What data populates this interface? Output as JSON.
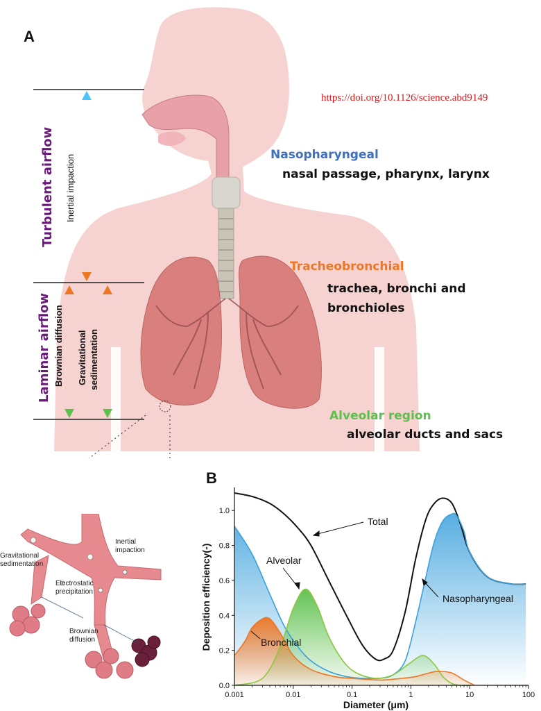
{
  "panel_a": {
    "label": "A",
    "doi": "https://doi.org/10.1126/science.abd9149",
    "regions": [
      {
        "title": "Nasopharyngeal",
        "desc": "nasal passage, pharynx, larynx",
        "color": "#3f6fbf"
      },
      {
        "title": "Tracheobronchial",
        "desc": "trachea, bronchi and bronchioles",
        "color": "#ee7623"
      },
      {
        "title": "Alveolar region",
        "desc": "alveolar ducts and sacs",
        "color": "#5cc04b"
      }
    ],
    "flows": {
      "turbulent": "Turbulent airflow",
      "laminar": "Laminar airflow"
    },
    "mechanisms": {
      "inertial": "Inertial  impaction",
      "brownian": "Brownian diffusion",
      "grav_1": "Gravitational",
      "grav_2": "sedimentation"
    },
    "inset_labels": {
      "grav": [
        "Gravitational",
        "sedimentation"
      ],
      "inertial": [
        "Inertial",
        "impaction"
      ],
      "electro": [
        "Electrostatic",
        "precipitation"
      ],
      "brownian": [
        "Brownian",
        "diffusion"
      ]
    }
  },
  "panel_b": {
    "label": "B"
  },
  "colors": {
    "body": "#f6d3d0",
    "lung": "#d9807f",
    "turbulent_arrow_top": "#4fc3f7",
    "orange": "#ee7623",
    "green": "#5cc04b",
    "blue_curve": "#3aa0dc",
    "black": "#111111"
  },
  "chart_data": {
    "type": "line",
    "xlabel": "Diameter (μm)",
    "ylabel": "Deposition efficiency(-)",
    "xscale": "log",
    "xlim": [
      0.001,
      100
    ],
    "ylim": [
      0,
      1.1
    ],
    "xticks": [
      "0.001",
      "0.01",
      "0.1",
      "1",
      "10",
      "100"
    ],
    "yticks": [
      "0.0",
      "0.2",
      "0.4",
      "0.6",
      "0.8",
      "1.0"
    ],
    "series": [
      {
        "name": "Total",
        "color": "#111111",
        "x": [
          0.001,
          0.002,
          0.004,
          0.007,
          0.012,
          0.02,
          0.04,
          0.08,
          0.15,
          0.25,
          0.35,
          0.5,
          0.8,
          1.2,
          1.8,
          2.5,
          3.5,
          5,
          7,
          10,
          20,
          50,
          90
        ],
        "y": [
          1.1,
          1.08,
          1.04,
          0.98,
          0.9,
          0.8,
          0.6,
          0.4,
          0.23,
          0.15,
          0.15,
          0.2,
          0.42,
          0.72,
          0.95,
          1.04,
          1.07,
          1.04,
          0.92,
          0.76,
          0.62,
          0.58,
          0.58
        ]
      },
      {
        "name": "Nasopharyngeal",
        "color": "#3aa0dc",
        "fill": true,
        "x": [
          0.001,
          0.002,
          0.004,
          0.007,
          0.012,
          0.02,
          0.04,
          0.08,
          0.15,
          0.3,
          0.5,
          0.8,
          1.2,
          1.8,
          2.5,
          3.5,
          5,
          6,
          8,
          10,
          20,
          50,
          90
        ],
        "y": [
          0.91,
          0.75,
          0.52,
          0.34,
          0.22,
          0.14,
          0.08,
          0.05,
          0.04,
          0.04,
          0.06,
          0.14,
          0.36,
          0.62,
          0.82,
          0.94,
          0.98,
          0.97,
          0.88,
          0.76,
          0.62,
          0.58,
          0.58
        ]
      },
      {
        "name": "Alveolar",
        "color": "#8cc63f",
        "fill": true,
        "x": [
          0.001,
          0.003,
          0.006,
          0.01,
          0.016,
          0.025,
          0.04,
          0.07,
          0.12,
          0.25,
          0.5,
          0.9,
          1.6,
          2.5,
          3.5,
          5,
          7,
          10
        ],
        "y": [
          0.0,
          0.04,
          0.22,
          0.44,
          0.55,
          0.46,
          0.28,
          0.14,
          0.07,
          0.04,
          0.06,
          0.12,
          0.17,
          0.12,
          0.05,
          0.01,
          0.0,
          0.0
        ]
      },
      {
        "name": "Bronchial",
        "color": "#ee7623",
        "fill": true,
        "x": [
          0.001,
          0.0015,
          0.002,
          0.003,
          0.004,
          0.006,
          0.01,
          0.02,
          0.05,
          0.1,
          0.3,
          0.7,
          1.2,
          2,
          3,
          5,
          8,
          12
        ],
        "y": [
          0.17,
          0.25,
          0.33,
          0.38,
          0.38,
          0.3,
          0.17,
          0.09,
          0.05,
          0.04,
          0.03,
          0.04,
          0.05,
          0.07,
          0.08,
          0.07,
          0.03,
          0.0
        ]
      }
    ],
    "annotations": [
      "Total",
      "Alveolar",
      "Nasopharyngeal",
      "Bronchial"
    ]
  }
}
